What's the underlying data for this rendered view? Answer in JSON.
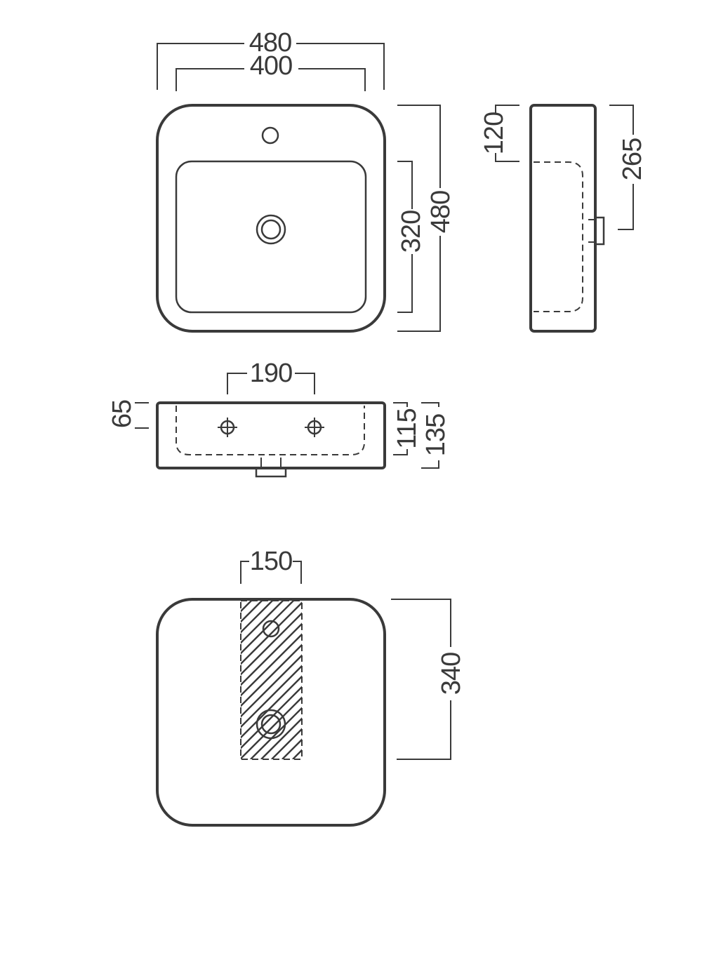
{
  "top_view": {
    "overall_width": "480",
    "basin_width": "400",
    "overall_depth": "480",
    "basin_depth": "320"
  },
  "side_view": {
    "tap_offset": "120",
    "waste_height": "265"
  },
  "front_view": {
    "tap_spacing": "190",
    "rim_height": "65",
    "bowl_depth": "115",
    "overall_height": "135"
  },
  "bottom_view": {
    "zone_width": "150",
    "zone_depth": "340"
  }
}
